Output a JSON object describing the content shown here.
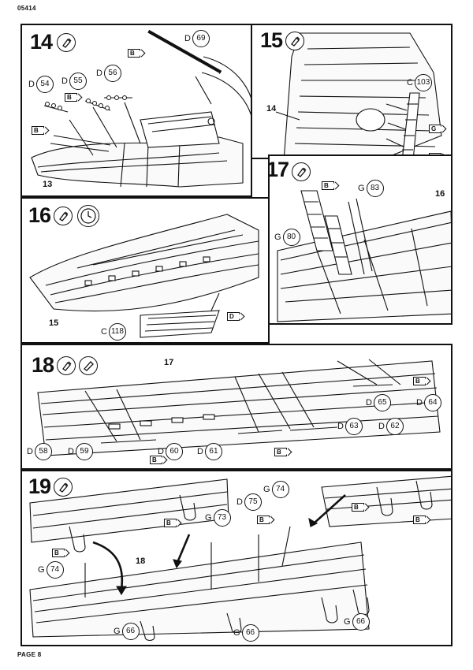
{
  "header": {
    "code": "05414"
  },
  "footer": {
    "page": "PAGE 8"
  },
  "steps": {
    "s14": {
      "num": "14",
      "part_ref": "13",
      "labels": [
        {
          "type": "D",
          "no": "54"
        },
        {
          "type": "D",
          "no": "55"
        },
        {
          "type": "D",
          "no": "56"
        },
        {
          "type": "D",
          "no": "69"
        }
      ],
      "flags": [
        "B",
        "B",
        "B"
      ]
    },
    "s15": {
      "num": "15",
      "part_ref": "14",
      "labels": [
        {
          "type": "C",
          "no": "103"
        }
      ],
      "flags": [
        "G",
        "D"
      ]
    },
    "s16": {
      "num": "16",
      "part_ref": "15",
      "labels": [
        {
          "type": "C",
          "no": "118"
        }
      ],
      "flags": [
        "D"
      ]
    },
    "s17": {
      "num": "17",
      "part_ref": "16",
      "labels": [
        {
          "type": "G",
          "no": "83"
        },
        {
          "type": "G",
          "no": "80"
        }
      ],
      "flags": [
        "B"
      ]
    },
    "s18": {
      "num": "18",
      "part_ref": "17",
      "labels": [
        {
          "type": "D",
          "no": "58"
        },
        {
          "type": "D",
          "no": "59"
        },
        {
          "type": "D",
          "no": "60"
        },
        {
          "type": "D",
          "no": "61"
        },
        {
          "type": "D",
          "no": "63"
        },
        {
          "type": "D",
          "no": "62"
        },
        {
          "type": "D",
          "no": "65"
        },
        {
          "type": "D",
          "no": "64"
        }
      ],
      "flags": [
        "B",
        "B",
        "B"
      ]
    },
    "s19": {
      "num": "19",
      "part_ref": "18",
      "labels": [
        {
          "type": "G",
          "no": "74"
        },
        {
          "type": "G",
          "no": "73"
        },
        {
          "type": "D",
          "no": "75"
        },
        {
          "type": "G",
          "no": "74"
        },
        {
          "type": "G",
          "no": "66"
        },
        {
          "type": "G",
          "no": "66"
        },
        {
          "type": "G",
          "no": "66"
        }
      ],
      "flags": [
        "B",
        "B",
        "B",
        "B",
        "B"
      ]
    }
  },
  "icons": [
    "glue-icon",
    "clock-icon",
    "paint-icon"
  ]
}
